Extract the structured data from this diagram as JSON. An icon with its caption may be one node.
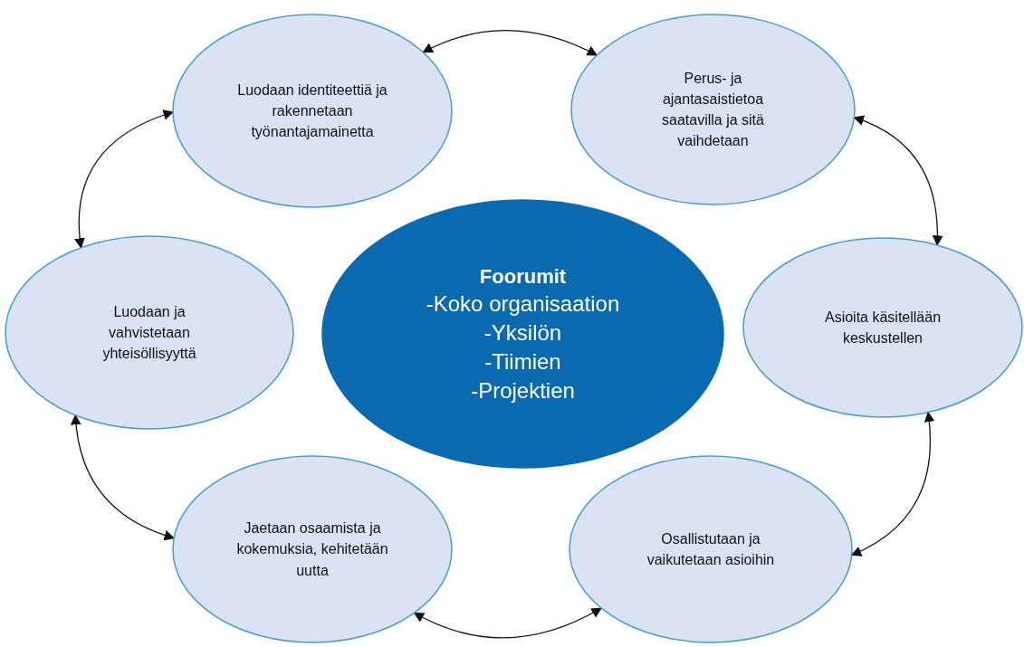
{
  "diagram": {
    "nodes": [
      {
        "text": [
          "Foorumit",
          "-Koko organisaation",
          "-Yksilön",
          "-Tiimien",
          "-Projektien"
        ]
      },
      {
        "text": [
          "Luodaan identiteettiä ja rakennetaan työnantajamainetta"
        ]
      },
      {
        "text": [
          "Perus- ja ajantasaistietoa saatavilla ja sitä vaihdetaan"
        ]
      },
      {
        "text": [
          "Asioita käsitellään keskustellen"
        ]
      },
      {
        "text": [
          "Osallistutaan ja vaikutetaan asioihin"
        ]
      },
      {
        "text": [
          "Jaetaan osaamista ja kokemuksia, kehitetään uutta"
        ]
      },
      {
        "text": [
          "Luodaan ja vahvistetaan yhteisöllisyyttä"
        ]
      }
    ],
    "edges": [
      {
        "from": 1,
        "to": 2,
        "arrow": "both"
      },
      {
        "from": 2,
        "to": 3,
        "arrow": "both"
      },
      {
        "from": 3,
        "to": 4,
        "arrow": "both"
      },
      {
        "from": 4,
        "to": 5,
        "arrow": "both"
      },
      {
        "from": 5,
        "to": 6,
        "arrow": "both"
      },
      {
        "from": 6,
        "to": 1,
        "arrow": "both"
      }
    ]
  }
}
